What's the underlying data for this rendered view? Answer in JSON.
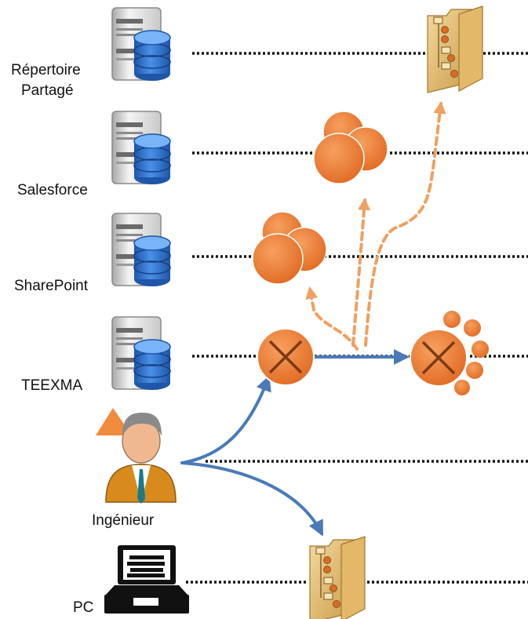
{
  "labels": {
    "repertoire_line1": "Répertoire",
    "repertoire_line2": "Partagé",
    "salesforce": "Salesforce",
    "sharepoint": "SharePoint",
    "teexma": "TEEXMA",
    "ingenieur": "Ingénieur",
    "pc": "PC"
  },
  "colors": {
    "orange": "#f08a3c",
    "orange_dark": "#c85a14",
    "blue_arrow": "#4a7ab8",
    "dashed_orange": "#f0a060",
    "db_blue": "#3b78d0",
    "folder_tan": "#e8c47c",
    "server_gray": "#d8d8d8"
  },
  "icons": {
    "server": "server-database-icon",
    "folder": "folder-tree-icon",
    "person": "engineer-person-icon",
    "laptop": "laptop-books-icon",
    "cluster": "orange-bubble-cluster",
    "cross_node": "orange-cross-circle"
  }
}
